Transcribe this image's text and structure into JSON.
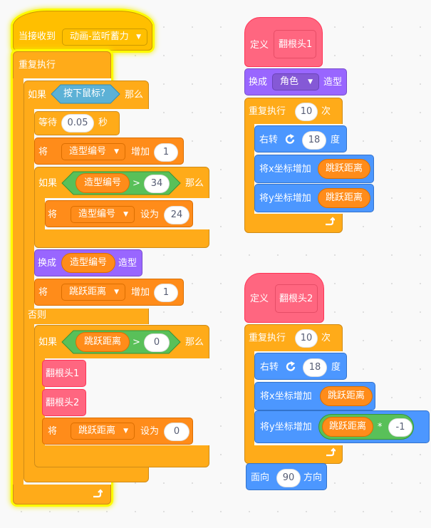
{
  "left_script": {
    "when_receive": {
      "label": "当接收到",
      "message": "动画-监听蓄力"
    },
    "forever": {
      "label": "重复执行"
    },
    "if_else": {
      "if": "如果",
      "condition": "按下鼠标?",
      "then": "那么",
      "else": "否则"
    },
    "wait": {
      "label": "等待",
      "value": "0.05",
      "unit": "秒"
    },
    "change_costume": {
      "label": "将",
      "variable": "造型编号",
      "op": "增加",
      "value": "1"
    },
    "if_costume": {
      "if": "如果",
      "reporter": "造型编号",
      "gt": ">",
      "value": "34",
      "then": "那么"
    },
    "set_costume": {
      "label": "将",
      "variable": "造型编号",
      "op": "设为",
      "value": "24"
    },
    "switch_costume": {
      "label": "换成",
      "reporter": "造型编号",
      "suffix": "造型"
    },
    "change_jump": {
      "label": "将",
      "variable": "跳跃距离",
      "op": "增加",
      "value": "1"
    },
    "if_jump": {
      "if": "如果",
      "reporter": "跳跃距离",
      "gt": ">",
      "value": "0",
      "then": "那么"
    },
    "call_flip1": "翻根头1",
    "call_flip2": "翻根头2",
    "set_jump": {
      "label": "将",
      "variable": "跳跃距离",
      "op": "设为",
      "value": "0"
    }
  },
  "def1": {
    "define": "定义",
    "name": "翻根头1",
    "switch": {
      "label": "换成",
      "value": "角色",
      "suffix": "造型"
    },
    "repeat": {
      "label": "重复执行",
      "value": "10",
      "suffix": "次"
    },
    "turn": {
      "label": "右转",
      "value": "18",
      "suffix": "度"
    },
    "change_x": {
      "label": "将x坐标增加",
      "reporter": "跳跃距离"
    },
    "change_y": {
      "label": "将y坐标增加",
      "reporter": "跳跃距离"
    }
  },
  "def2": {
    "define": "定义",
    "name": "翻根头2",
    "repeat": {
      "label": "重复执行",
      "value": "10",
      "suffix": "次"
    },
    "turn": {
      "label": "右转",
      "value": "18",
      "suffix": "度"
    },
    "change_x": {
      "label": "将x坐标增加",
      "reporter": "跳跃距离"
    },
    "change_y": {
      "label": "将y坐标增加",
      "reporter": "跳跃距离",
      "times": "*",
      "value": "-1"
    },
    "point": {
      "label": "面向",
      "value": "90",
      "suffix": "方向"
    }
  },
  "colors": {
    "events": "#ffbf00",
    "control": "#ffab19",
    "variables": "#ff8c1a",
    "looks": "#9966ff",
    "motion": "#4c97ff",
    "custom": "#ff6680",
    "operators": "#59c059",
    "sensing": "#5cb1d6",
    "glow": "#fffb00"
  },
  "icons": {
    "loop_arrow": "loop-arrow-icon",
    "turn_right": "rotate-right-icon",
    "dropdown": "dropdown-arrow-icon"
  }
}
